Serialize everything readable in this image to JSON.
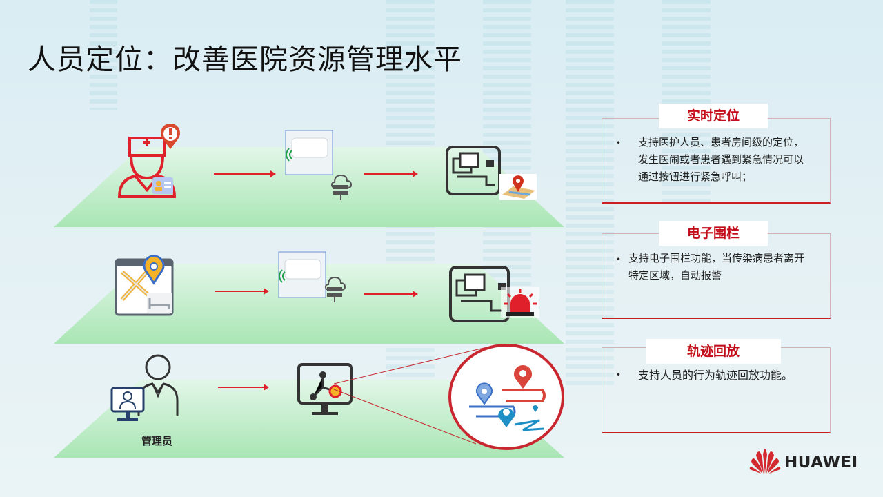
{
  "slide": {
    "title": "人员定位：改善医院资源管理水平"
  },
  "admin_label": "管理员",
  "panels": [
    {
      "heading": "实时定位",
      "text": "支持医护人员、患者房间级的定位，发生医闹或者患者遇到紧急情况可以通过按钮进行紧急呼叫；"
    },
    {
      "heading": "电子围栏",
      "text": "支持电子围栏功能，当传染病患者离开特定区域，自动报警"
    },
    {
      "heading": "轨迹回放",
      "text": "支持人员的行为轨迹回放功能。"
    }
  ],
  "brand": {
    "name": "HUAWEI"
  },
  "icons": [
    "nurse-icon",
    "alert-icon",
    "id-card-icon",
    "access-point-icon",
    "server-cloud-icon",
    "network-monitor-icon",
    "map-pin-icon",
    "siren-icon",
    "patient-map-icon",
    "person-icon",
    "computer-user-icon",
    "graph-monitor-icon",
    "trajectory-icon"
  ],
  "colors": {
    "accent": "#cc1d25",
    "platform": "#a9e6b4",
    "brand": "#c40d1a"
  }
}
